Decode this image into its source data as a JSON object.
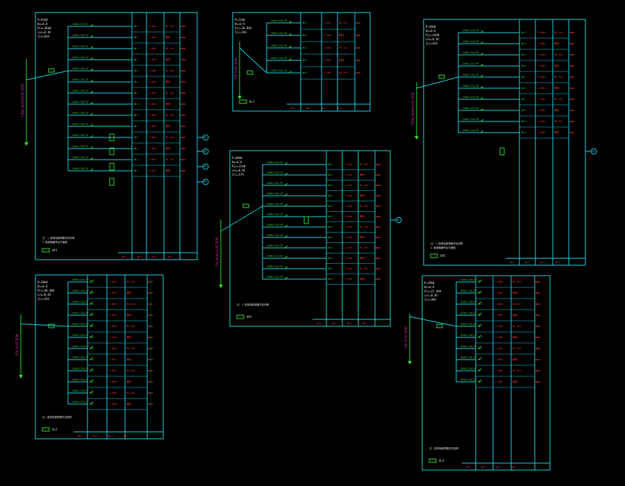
{
  "theme": {
    "background": "#000000",
    "frame": "#19d9e6",
    "busbar": "#2233dd",
    "breaker": "#33dd33",
    "label_red": "#ff3333",
    "label_magenta": "#ff33cc",
    "label_white": "#e6e6e6",
    "arrow_green": "#33dd33"
  },
  "panels": [
    {
      "id": "panel-1",
      "incoming_label": "YJV22-4x35+1x16 SC50",
      "header_text": [
        "P=45kW",
        "Kx=0.8",
        "Pjs=36kW",
        "cos=0.85",
        "Ijs=64A"
      ],
      "footer_note": [
        "注：1.进线电缆规格详见说明",
        "2.各回路编号见平面图"
      ],
      "title": "AP1",
      "feeders": 14,
      "motor_circuits": 4
    },
    {
      "id": "panel-2",
      "incoming_label": "YJV-5x16 SC40",
      "header_text": [
        "P=12kW",
        "Kx=0.9",
        "Pjs=10.8kW",
        "Ijs=19A"
      ],
      "title": "AL1",
      "feeders": 5,
      "motor_circuits": 0
    },
    {
      "id": "panel-3",
      "incoming_label": "YJV22-4x25+1x16 SC40",
      "header_text": [
        "P=30kW",
        "Kx=0.8",
        "Pjs=24kW",
        "cos=0.85",
        "Ijs=43A"
      ],
      "footer_note": [
        "注：1.进线电缆规格详见说明",
        "2.各回路编号见平面图"
      ],
      "title": "AP2",
      "feeders": 10,
      "motor_circuits": 1
    },
    {
      "id": "panel-4",
      "incoming_label": "YJV-4x35+1x16 SC50",
      "header_text": [
        "P=40kW",
        "Kx=0.8",
        "Pjs=32kW",
        "cos=0.85",
        "Ijs=57A"
      ],
      "footer_note": [
        "注：1.进线电缆规格详见说明"
      ],
      "title": "AP3",
      "feeders": 12,
      "motor_circuits": 3
    },
    {
      "id": "panel-5",
      "incoming_label": "YJV-5x25 SC40",
      "header_text": [
        "P=38kW",
        "Kx=0.8",
        "Pjs=30.4kW",
        "cos=0.85",
        "Ijs=54A"
      ],
      "footer_note": [
        "注：进线电缆规格详见说明"
      ],
      "title": "AL2",
      "feeders": 12,
      "motor_circuits": 0
    },
    {
      "id": "panel-6",
      "incoming_label": "YJV-5x16 SC40",
      "header_text": [
        "P=28kW",
        "Kx=0.8",
        "Pjs=22.4kW",
        "cos=0.85",
        "Ijs=40A"
      ],
      "footer_note": [
        "注：进线电缆规格详见说明"
      ],
      "title": "AL3",
      "feeders": 10,
      "motor_circuits": 0
    }
  ],
  "circuit_label_samples": {
    "breaker": "C65N-C16/1P",
    "circuit": "WL1",
    "load": "1.5kW",
    "cable": "BV-3x2.5 SC20",
    "use": "照明"
  }
}
